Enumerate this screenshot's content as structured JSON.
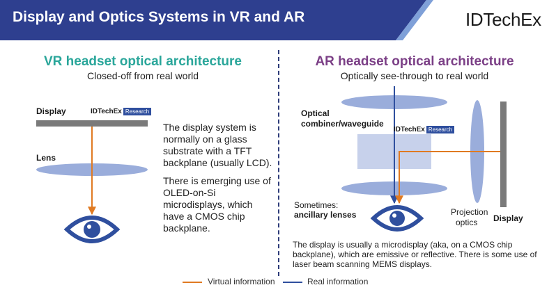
{
  "header": {
    "title": "Display and Optics Systems in VR and AR",
    "brand": "IDTechEx"
  },
  "watermark": {
    "name": "IDTechEx",
    "tag": "Research"
  },
  "vr": {
    "title": "VR headset optical architecture",
    "subtitle": "Closed-off from real world",
    "display_label": "Display",
    "lens_label": "Lens",
    "para1": "The display system is normally on a glass substrate with a TFT backplane (usually LCD).",
    "para2": "There is emerging use of OLED-on-Si microdisplays, which have a CMOS chip backplane."
  },
  "ar": {
    "title": "AR headset optical architecture",
    "subtitle": "Optically see-through to real world",
    "combiner_label_1": "Optical",
    "combiner_label_2": "combiner/waveguide",
    "sometimes_label": "Sometimes:",
    "ancillary_label": "ancillary lenses",
    "projection_label_1": "Projection",
    "projection_label_2": "optics",
    "display_label": "Display",
    "para": "The display is usually a microdisplay (aka, on a CMOS chip backplane), which are emissive or reflective. There is some use of laser beam scanning MEMS displays."
  },
  "legend": {
    "virtual": "Virtual information",
    "real": "Real information"
  },
  "colors": {
    "banner": "#2e3f8f",
    "vr_title": "#2aa69a",
    "ar_title": "#7b3f86",
    "lens": "#9aaddb",
    "virtual_arrow": "#e07a22",
    "real_arrow": "#2f4f9e",
    "display_bar": "#7a7a7a",
    "eye": "#2f4f9e"
  }
}
